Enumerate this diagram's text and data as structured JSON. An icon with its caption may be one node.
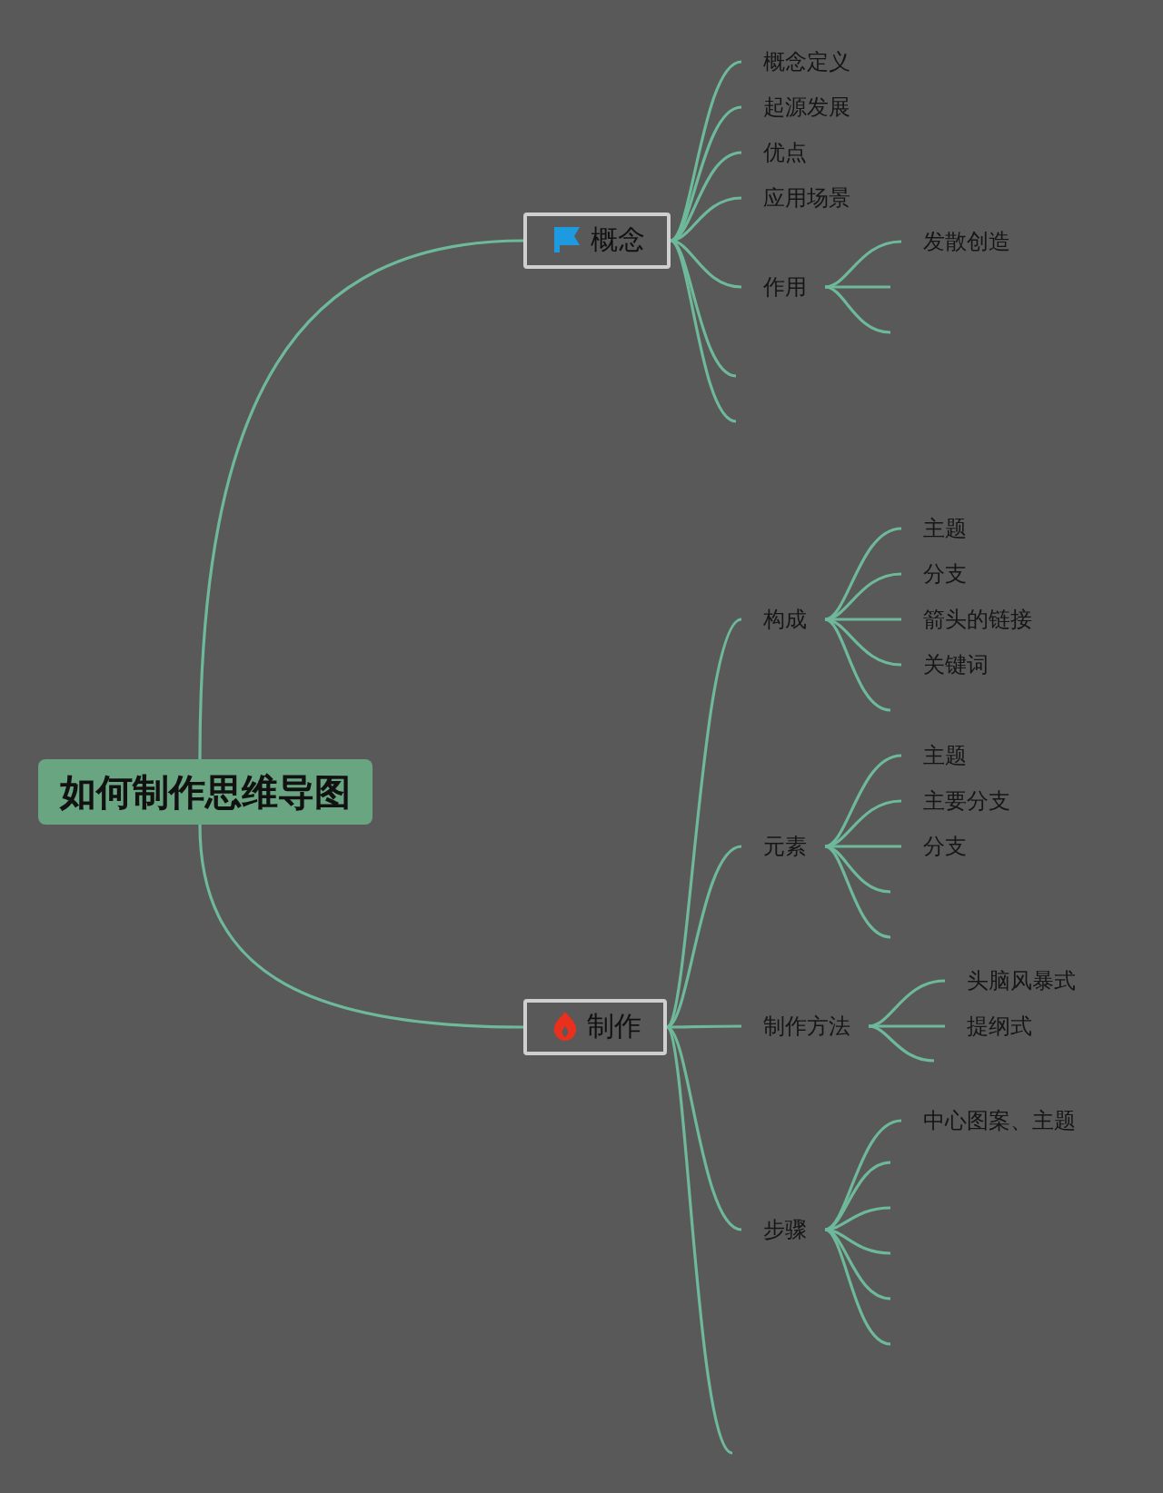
{
  "diagram": {
    "nodes": [
      {
        "text": [
          "如何制作思维导图"
        ]
      },
      {
        "text": [
          "概念"
        ]
      },
      {
        "text": [
          "概念定义"
        ]
      },
      {
        "text": [
          "起源发展"
        ]
      },
      {
        "text": [
          "优点"
        ]
      },
      {
        "text": [
          "应用场景"
        ]
      },
      {
        "text": [
          "作用"
        ]
      },
      {
        "text": [
          "发散创造"
        ]
      },
      {
        "text": [
          "制作"
        ]
      },
      {
        "text": [
          "构成"
        ]
      },
      {
        "text": [
          "主题"
        ]
      },
      {
        "text": [
          "分支"
        ]
      },
      {
        "text": [
          "箭头的链接"
        ]
      },
      {
        "text": [
          "关键词"
        ]
      },
      {
        "text": [
          "元素"
        ]
      },
      {
        "text": [
          "主题"
        ]
      },
      {
        "text": [
          "主要分支"
        ]
      },
      {
        "text": [
          "分支"
        ]
      },
      {
        "text": [
          "制作方法"
        ]
      },
      {
        "text": [
          "头脑风暴式"
        ]
      },
      {
        "text": [
          "提纲式"
        ]
      },
      {
        "text": [
          "步骤"
        ]
      },
      {
        "text": [
          "中心图案、主题"
        ]
      }
    ],
    "edges": [
      {
        "from": 0,
        "to": 1,
        "arrow": "none"
      },
      {
        "from": 0,
        "to": 8,
        "arrow": "none"
      },
      {
        "from": 1,
        "to": 2,
        "arrow": "none"
      },
      {
        "from": 1,
        "to": 3,
        "arrow": "none"
      },
      {
        "from": 1,
        "to": 4,
        "arrow": "none"
      },
      {
        "from": 1,
        "to": 5,
        "arrow": "none"
      },
      {
        "from": 1,
        "to": 6,
        "arrow": "none"
      },
      {
        "from": 1,
        "to": null,
        "arrow": "none"
      },
      {
        "from": 1,
        "to": null,
        "arrow": "none"
      },
      {
        "from": 6,
        "to": 7,
        "arrow": "none"
      },
      {
        "from": 6,
        "to": null,
        "arrow": "none"
      },
      {
        "from": 6,
        "to": null,
        "arrow": "none"
      },
      {
        "from": 8,
        "to": 9,
        "arrow": "none"
      },
      {
        "from": 8,
        "to": 14,
        "arrow": "none"
      },
      {
        "from": 8,
        "to": 18,
        "arrow": "none"
      },
      {
        "from": 8,
        "to": 21,
        "arrow": "none"
      },
      {
        "from": 8,
        "to": null,
        "arrow": "none"
      },
      {
        "from": 9,
        "to": 10,
        "arrow": "none"
      },
      {
        "from": 9,
        "to": 11,
        "arrow": "none"
      },
      {
        "from": 9,
        "to": 12,
        "arrow": "none"
      },
      {
        "from": 9,
        "to": 13,
        "arrow": "none"
      },
      {
        "from": 9,
        "to": null,
        "arrow": "none"
      },
      {
        "from": 14,
        "to": 15,
        "arrow": "none"
      },
      {
        "from": 14,
        "to": 16,
        "arrow": "none"
      },
      {
        "from": 14,
        "to": 17,
        "arrow": "none"
      },
      {
        "from": 14,
        "to": null,
        "arrow": "none"
      },
      {
        "from": 14,
        "to": null,
        "arrow": "none"
      },
      {
        "from": 18,
        "to": 19,
        "arrow": "none"
      },
      {
        "from": 18,
        "to": 20,
        "arrow": "none"
      },
      {
        "from": 18,
        "to": null,
        "arrow": "none"
      },
      {
        "from": 21,
        "to": 22,
        "arrow": "none"
      },
      {
        "from": 21,
        "to": null,
        "arrow": "none"
      },
      {
        "from": 21,
        "to": null,
        "arrow": "none"
      },
      {
        "from": 21,
        "to": null,
        "arrow": "none"
      },
      {
        "from": 21,
        "to": null,
        "arrow": "none"
      },
      {
        "from": 21,
        "to": null,
        "arrow": "none"
      }
    ]
  }
}
